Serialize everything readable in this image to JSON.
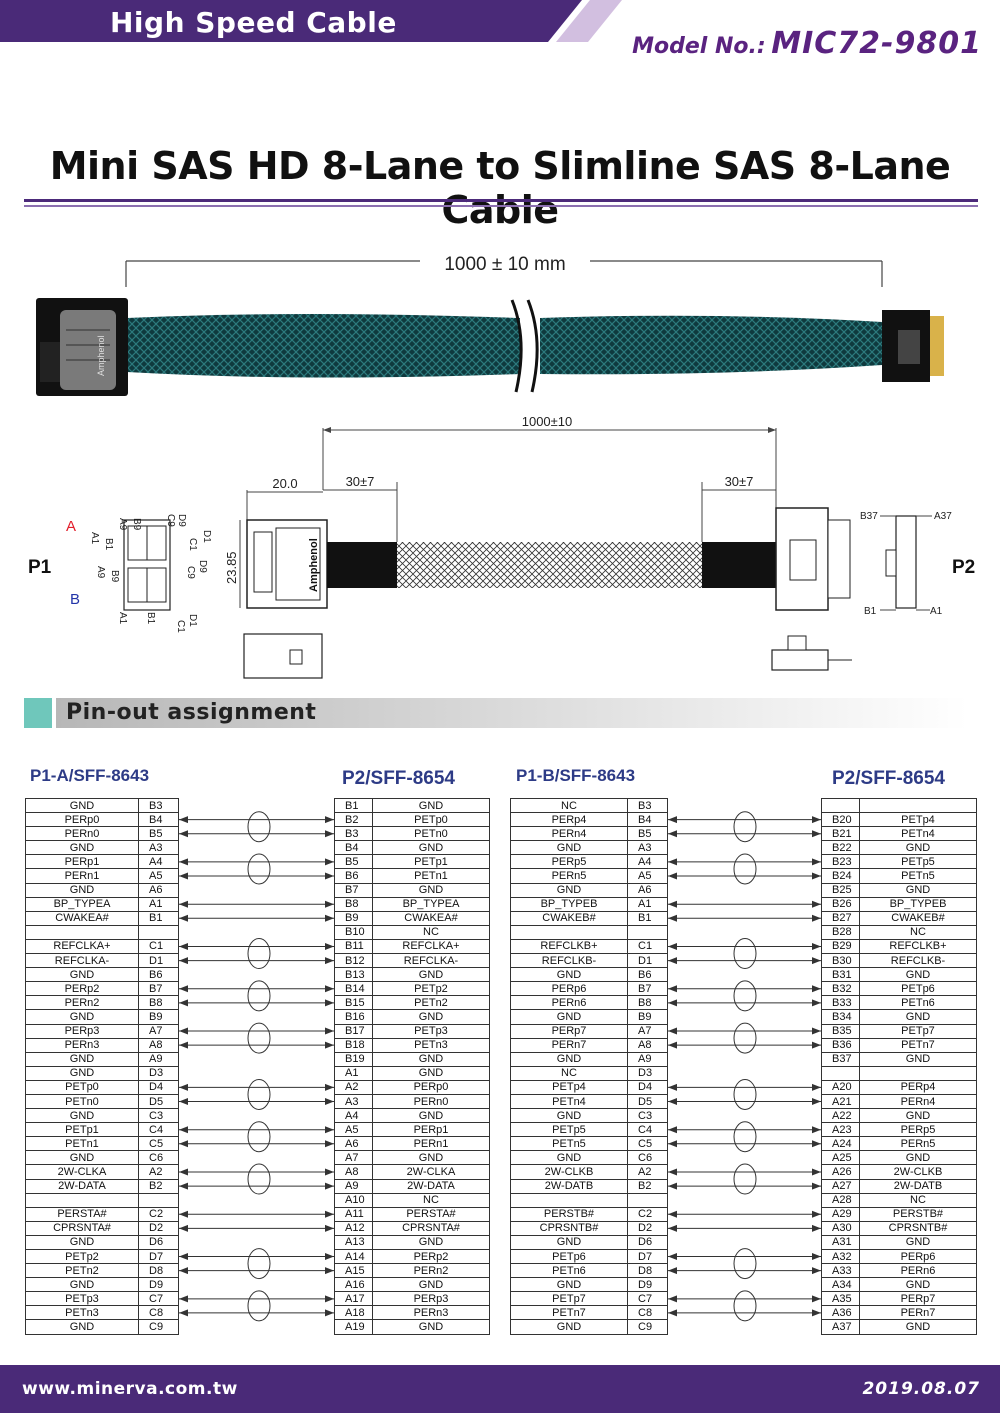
{
  "header": {
    "category": "High Speed Cable",
    "model_label": "Model No.:",
    "model_number": "MIC72-9801"
  },
  "title": "Mini SAS HD 8-Lane to Slimline SAS 8-Lane Cable",
  "photo": {
    "length_label": "1000 ± 10 mm"
  },
  "drawing": {
    "overall_length": "1000±10",
    "end_length_left": "30±7",
    "end_length_right": "30±7",
    "connector_depth": "20.0",
    "connector_height": "23.85",
    "p1_label": "P1",
    "p2_label": "P2",
    "port_a": "A",
    "port_b": "B",
    "p1_pins": [
      "D9",
      "C9",
      "B9",
      "A9",
      "B1",
      "C1",
      "D1",
      "A1",
      "D9",
      "C9",
      "B9",
      "A9",
      "B1",
      "C1",
      "D1",
      "A1"
    ],
    "p2_pins": [
      "B37",
      "A37",
      "B1",
      "A1"
    ],
    "brand": "Amphenol"
  },
  "colors": {
    "purple": "#4a2a78",
    "teal": "#6fc7bb",
    "magenta": "#d2bfe0",
    "label_blue": "#2d3b86",
    "red": "#e21d2a",
    "blue": "#2234a8"
  },
  "section_title": "Pin-out assignment",
  "tables": {
    "p1a_title": "P1-A/SFF-8643",
    "p2a_title": "P2/SFF-8654",
    "p1b_title": "P1-B/SFF-8643",
    "p2b_title": "P2/SFF-8654",
    "p1a": [
      [
        "GND",
        "B3"
      ],
      [
        "PERp0",
        "B4"
      ],
      [
        "PERn0",
        "B5"
      ],
      [
        "GND",
        "A3"
      ],
      [
        "PERp1",
        "A4"
      ],
      [
        "PERn1",
        "A5"
      ],
      [
        "GND",
        "A6"
      ],
      [
        "BP_TYPEA",
        "A1"
      ],
      [
        "CWAKEA#",
        "B1"
      ],
      [
        "",
        ""
      ],
      [
        "REFCLKA+",
        "C1"
      ],
      [
        "REFCLKA-",
        "D1"
      ],
      [
        "GND",
        "B6"
      ],
      [
        "PERp2",
        "B7"
      ],
      [
        "PERn2",
        "B8"
      ],
      [
        "GND",
        "B9"
      ],
      [
        "PERp3",
        "A7"
      ],
      [
        "PERn3",
        "A8"
      ],
      [
        "GND",
        "A9"
      ],
      [
        "GND",
        "D3"
      ],
      [
        "PETp0",
        "D4"
      ],
      [
        "PETn0",
        "D5"
      ],
      [
        "GND",
        "C3"
      ],
      [
        "PETp1",
        "C4"
      ],
      [
        "PETn1",
        "C5"
      ],
      [
        "GND",
        "C6"
      ],
      [
        "2W-CLKA",
        "A2"
      ],
      [
        "2W-DATA",
        "B2"
      ],
      [
        "",
        ""
      ],
      [
        "PERSTA#",
        "C2"
      ],
      [
        "CPRSNTA#",
        "D2"
      ],
      [
        "GND",
        "D6"
      ],
      [
        "PETp2",
        "D7"
      ],
      [
        "PETn2",
        "D8"
      ],
      [
        "GND",
        "D9"
      ],
      [
        "PETp3",
        "C7"
      ],
      [
        "PETn3",
        "C8"
      ],
      [
        "GND",
        "C9"
      ]
    ],
    "p2a": [
      [
        "B1",
        "GND"
      ],
      [
        "B2",
        "PETp0"
      ],
      [
        "B3",
        "PETn0"
      ],
      [
        "B4",
        "GND"
      ],
      [
        "B5",
        "PETp1"
      ],
      [
        "B6",
        "PETn1"
      ],
      [
        "B7",
        "GND"
      ],
      [
        "B8",
        "BP_TYPEA"
      ],
      [
        "B9",
        "CWAKEA#"
      ],
      [
        "B10",
        "NC"
      ],
      [
        "B11",
        "REFCLKA+"
      ],
      [
        "B12",
        "REFCLKA-"
      ],
      [
        "B13",
        "GND"
      ],
      [
        "B14",
        "PETp2"
      ],
      [
        "B15",
        "PETn2"
      ],
      [
        "B16",
        "GND"
      ],
      [
        "B17",
        "PETp3"
      ],
      [
        "B18",
        "PETn3"
      ],
      [
        "B19",
        "GND"
      ],
      [
        "A1",
        "GND"
      ],
      [
        "A2",
        "PERp0"
      ],
      [
        "A3",
        "PERn0"
      ],
      [
        "A4",
        "GND"
      ],
      [
        "A5",
        "PERp1"
      ],
      [
        "A6",
        "PERn1"
      ],
      [
        "A7",
        "GND"
      ],
      [
        "A8",
        "2W-CLKA"
      ],
      [
        "A9",
        "2W-DATA"
      ],
      [
        "A10",
        "NC"
      ],
      [
        "A11",
        "PERSTA#"
      ],
      [
        "A12",
        "CPRSNTA#"
      ],
      [
        "A13",
        "GND"
      ],
      [
        "A14",
        "PERp2"
      ],
      [
        "A15",
        "PERn2"
      ],
      [
        "A16",
        "GND"
      ],
      [
        "A17",
        "PERp3"
      ],
      [
        "A18",
        "PERn3"
      ],
      [
        "A19",
        "GND"
      ]
    ],
    "p1b": [
      [
        "NC",
        "B3"
      ],
      [
        "PERp4",
        "B4"
      ],
      [
        "PERn4",
        "B5"
      ],
      [
        "GND",
        "A3"
      ],
      [
        "PERp5",
        "A4"
      ],
      [
        "PERn5",
        "A5"
      ],
      [
        "GND",
        "A6"
      ],
      [
        "BP_TYPEB",
        "A1"
      ],
      [
        "CWAKEB#",
        "B1"
      ],
      [
        "",
        ""
      ],
      [
        "REFCLKB+",
        "C1"
      ],
      [
        "REFCLKB-",
        "D1"
      ],
      [
        "GND",
        "B6"
      ],
      [
        "PERp6",
        "B7"
      ],
      [
        "PERn6",
        "B8"
      ],
      [
        "GND",
        "B9"
      ],
      [
        "PERp7",
        "A7"
      ],
      [
        "PERn7",
        "A8"
      ],
      [
        "GND",
        "A9"
      ],
      [
        "NC",
        "D3"
      ],
      [
        "PETp4",
        "D4"
      ],
      [
        "PETn4",
        "D5"
      ],
      [
        "GND",
        "C3"
      ],
      [
        "PETp5",
        "C4"
      ],
      [
        "PETn5",
        "C5"
      ],
      [
        "GND",
        "C6"
      ],
      [
        "2W-CLKB",
        "A2"
      ],
      [
        "2W-DATB",
        "B2"
      ],
      [
        "",
        ""
      ],
      [
        "PERSTB#",
        "C2"
      ],
      [
        "CPRSNTB#",
        "D2"
      ],
      [
        "GND",
        "D6"
      ],
      [
        "PETp6",
        "D7"
      ],
      [
        "PETn6",
        "D8"
      ],
      [
        "GND",
        "D9"
      ],
      [
        "PETp7",
        "C7"
      ],
      [
        "PETn7",
        "C8"
      ],
      [
        "GND",
        "C9"
      ]
    ],
    "p2b": [
      [
        "",
        ""
      ],
      [
        "B20",
        "PETp4"
      ],
      [
        "B21",
        "PETn4"
      ],
      [
        "B22",
        "GND"
      ],
      [
        "B23",
        "PETp5"
      ],
      [
        "B24",
        "PETn5"
      ],
      [
        "B25",
        "GND"
      ],
      [
        "B26",
        "BP_TYPEB"
      ],
      [
        "B27",
        "CWAKEB#"
      ],
      [
        "B28",
        "NC"
      ],
      [
        "B29",
        "REFCLKB+"
      ],
      [
        "B30",
        "REFCLKB-"
      ],
      [
        "B31",
        "GND"
      ],
      [
        "B32",
        "PETp6"
      ],
      [
        "B33",
        "PETn6"
      ],
      [
        "B34",
        "GND"
      ],
      [
        "B35",
        "PETp7"
      ],
      [
        "B36",
        "PETn7"
      ],
      [
        "B37",
        "GND"
      ],
      [
        "",
        ""
      ],
      [
        "A20",
        "PERp4"
      ],
      [
        "A21",
        "PERn4"
      ],
      [
        "A22",
        "GND"
      ],
      [
        "A23",
        "PERp5"
      ],
      [
        "A24",
        "PERn5"
      ],
      [
        "A25",
        "GND"
      ],
      [
        "A26",
        "2W-CLKB"
      ],
      [
        "A27",
        "2W-DATB"
      ],
      [
        "A28",
        "NC"
      ],
      [
        "A29",
        "PERSTB#"
      ],
      [
        "A30",
        "CPRSNTB#"
      ],
      [
        "A31",
        "GND"
      ],
      [
        "A32",
        "PERp6"
      ],
      [
        "A33",
        "PERn6"
      ],
      [
        "A34",
        "GND"
      ],
      [
        "A35",
        "PERp7"
      ],
      [
        "A36",
        "PERn7"
      ],
      [
        "A37",
        "GND"
      ]
    ]
  },
  "footer": {
    "url": "www.minerva.com.tw",
    "date": "2019.08.07"
  }
}
